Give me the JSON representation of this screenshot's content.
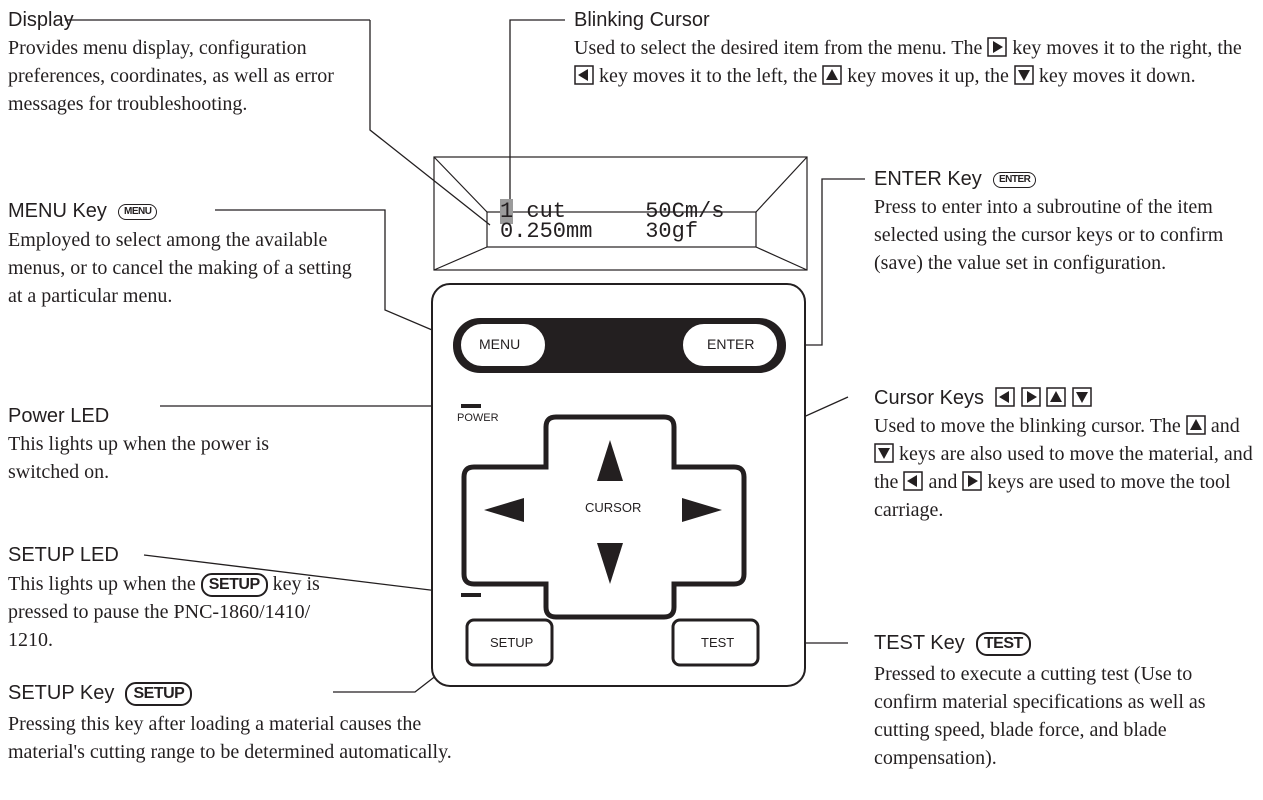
{
  "display": {
    "heading": "Display",
    "desc": "Provides menu display, configuration preferences, coordinates, as well as error messages for troubleshooting."
  },
  "blinking_cursor": {
    "heading": "Blinking Cursor",
    "desc_p1": "Used to select the desired item from the menu. The",
    "desc_p2": "key moves it to the right, the",
    "desc_p3": "key moves it to the left, the",
    "desc_p4": "key moves it up, the",
    "desc_p5": "key moves it down."
  },
  "menu_key": {
    "heading": "MENU Key",
    "badge": "MENU",
    "desc": "Employed to select among the available menus, or to cancel the making of a setting at a particular menu."
  },
  "enter_key": {
    "heading": "ENTER Key",
    "badge": "ENTER",
    "desc": "Press to enter into a subroutine of the item selected using the cursor keys or to confirm (save) the value set in configuration."
  },
  "power_led": {
    "heading": "Power LED",
    "desc": "This lights up when the power is switched on."
  },
  "cursor_keys": {
    "heading": "Cursor Keys",
    "desc_p1": "Used to move the blinking cursor.  The",
    "desc_p2": "and",
    "desc_p3": "keys are also used to move the material, and the",
    "desc_p4": "and",
    "desc_p5": "keys are used to move the tool carriage."
  },
  "setup_led": {
    "heading": "SETUP LED",
    "desc_p1": "This lights up when the",
    "badge": "SETUP",
    "desc_p2": "key is pressed to pause the PNC-1860/1410/ 1210."
  },
  "test_key": {
    "heading": "TEST Key",
    "badge": "TEST",
    "desc": "Pressed to execute a cutting test (Use to  confirm material specifications as well as cutting speed, blade force, and blade compensation)."
  },
  "setup_key": {
    "heading": "SETUP Key",
    "badge": "SETUP",
    "desc": "Pressing this key after loading a material causes the material's cutting range to be determined automatically."
  },
  "lcd": {
    "cursor_char": "1",
    "line1_rest": " cut      50Cm/s",
    "line2": "0.250mm    30gf"
  },
  "panel": {
    "menu_btn": "MENU",
    "enter_btn": "ENTER",
    "power_label": "POWER",
    "cursor_label": "CURSOR",
    "setup_btn": "SETUP",
    "test_btn": "TEST"
  }
}
